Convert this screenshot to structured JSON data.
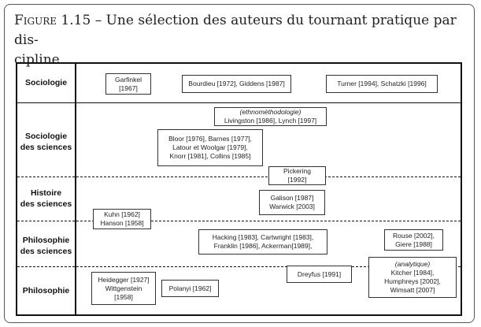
{
  "caption": {
    "label": "Figure 1.15",
    "line1": " – Une sélection des auteurs du tournant pratique par dis-",
    "line2": "cipline"
  },
  "rows": [
    {
      "label_lines": [
        "Sociologie"
      ]
    },
    {
      "label_lines": [
        "Sociologie",
        "des sciences"
      ]
    },
    {
      "label_lines": [
        "Histoire",
        "des sciences"
      ]
    },
    {
      "label_lines": [
        "Philosophie",
        "des sciences"
      ]
    },
    {
      "label_lines": [
        "Philosophie"
      ]
    }
  ],
  "boxes": {
    "garfinkel": [
      "Garfinkel",
      "[1967]"
    ],
    "bourdieu": [
      "Bourdieu [1972], Giddens [1987]"
    ],
    "turner": [
      "Turner [1994], Schatzki [1996]"
    ],
    "livingston": [
      "(ethnométhodologie)",
      "Livingston [1986], Lynch [1997]"
    ],
    "bloor": [
      "Bloor [1976], Barnes [1977],",
      "Latour et Woolgar [1979],",
      "Knorr  [1981], Collins [1985]"
    ],
    "pickering": [
      "Pickering",
      "[1992]"
    ],
    "galison": [
      "Galison [1987]",
      "Warwick [2003]"
    ],
    "kuhn": [
      "Kuhn [1962]",
      "Hanson [1958]"
    ],
    "hacking": [
      "Hacking [1983], Cartwright [1983],",
      "Franklin [1986],  Ackerman[1989],"
    ],
    "rouse": [
      "Rouse [2002],",
      "Giere [1988]"
    ],
    "dreyfus": [
      "Dreyfus [1991]"
    ],
    "kitcher": [
      "(analytique)",
      "Kitcher [1984],",
      "Humphreys [2002],",
      "Wimsatt [2007]"
    ],
    "heidegger": [
      "Heidegger [1927]",
      "Wittgenstein",
      "[1958]"
    ],
    "polanyi": [
      "Polanyi [1962]"
    ]
  }
}
